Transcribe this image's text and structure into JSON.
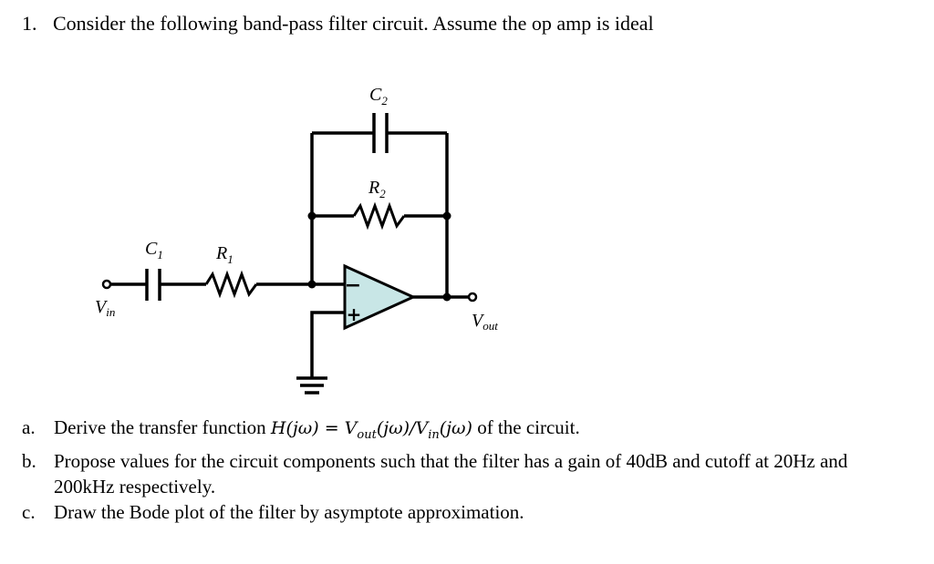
{
  "question": {
    "number": "1.",
    "text": "Consider the following band-pass filter circuit. Assume the op amp is ideal"
  },
  "circuit": {
    "labels": {
      "c2": {
        "main": "C",
        "sub": "2"
      },
      "r2": {
        "main": "R",
        "sub": "2"
      },
      "c1": {
        "main": "C",
        "sub": "1"
      },
      "r1": {
        "main": "R",
        "sub": "1"
      },
      "vin": {
        "main": "V",
        "sub": "in"
      },
      "vout": {
        "main": "V",
        "sub": "out"
      }
    },
    "opamp": {
      "minus": "−",
      "plus": "+"
    },
    "colors": {
      "opamp_fill": "#c8e6e6",
      "wire": "#000000"
    }
  },
  "parts": [
    {
      "letter": "a.",
      "pre": "Derive the transfer function ",
      "math": {
        "h": "H(jω) = V",
        "out_sub": "out",
        "mid": "(jω)/V",
        "in_sub": "in",
        "end": "(jω)"
      },
      "post": " of the circuit."
    },
    {
      "letter": "b.",
      "text": "Propose values for the circuit components such that the filter has a gain of 40dB and cutoff at 20Hz and 200kHz respectively."
    },
    {
      "letter": "c.",
      "text": "Draw the Bode plot of the filter by asymptote approximation."
    }
  ]
}
